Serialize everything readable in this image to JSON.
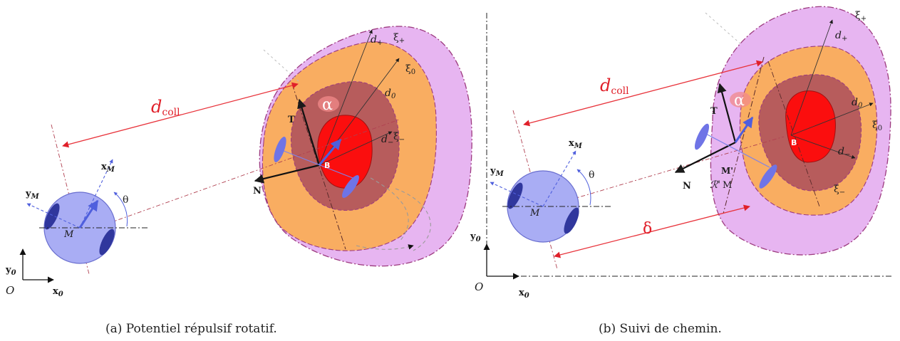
{
  "panel_a": {
    "caption": "(a) Potentiel répulsif rotatif.",
    "labels": {
      "d_coll_d": "d",
      "d_coll_sub": "coll",
      "alpha": "α",
      "T": "T",
      "N": "N",
      "B": "B",
      "xM": "x",
      "xM_sub": "M",
      "yM": "y",
      "yM_sub": "M",
      "theta": "θ",
      "M": "M",
      "O": "O",
      "x0": "x",
      "x0_sub": "0",
      "y0": "y",
      "y0_sub": "0",
      "d_plus": "d",
      "d_plus_sub": "+",
      "d_zero": "d",
      "d_zero_sub": "0",
      "d_minus": "d",
      "d_minus_sub": "−",
      "xi_plus": "ξ",
      "xi_plus_sub": "+",
      "xi_zero": "ξ",
      "xi_zero_sub": "0",
      "xi_minus": "ξ",
      "xi_minus_sub": "−"
    }
  },
  "panel_b": {
    "caption": "(b) Suivi de chemin.",
    "labels": {
      "d_coll_d": "d",
      "d_coll_sub": "coll",
      "alpha": "α",
      "T": "T",
      "N": "N",
      "B": "B",
      "Mp": "M'",
      "R_M": "ℛ'",
      "R_M_sub": "M",
      "delta": "δ",
      "xM": "x",
      "xM_sub": "M",
      "yM": "y",
      "yM_sub": "M",
      "theta": "θ",
      "M": "M",
      "O": "O",
      "x0": "x",
      "x0_sub": "0",
      "y0": "y",
      "y0_sub": "0",
      "d_plus": "d",
      "d_plus_sub": "+",
      "d_zero": "d",
      "d_zero_sub": "0",
      "d_minus": "d",
      "d_minus_sub": "−",
      "xi_plus": "ξ",
      "xi_plus_sub": "+",
      "xi_zero": "ξ",
      "xi_zero_sub": "0",
      "xi_minus": "ξ",
      "xi_minus_sub": "−"
    }
  },
  "colors": {
    "outer_zone": "#e7b5f1",
    "middle_zone": "#f9ad61",
    "inner_zone": "#b75c5c",
    "obstacle": "#fb0e0e",
    "robot": "#a9adf4",
    "vector": "#4f5fdd",
    "dcoll_line": "#e8333b"
  }
}
